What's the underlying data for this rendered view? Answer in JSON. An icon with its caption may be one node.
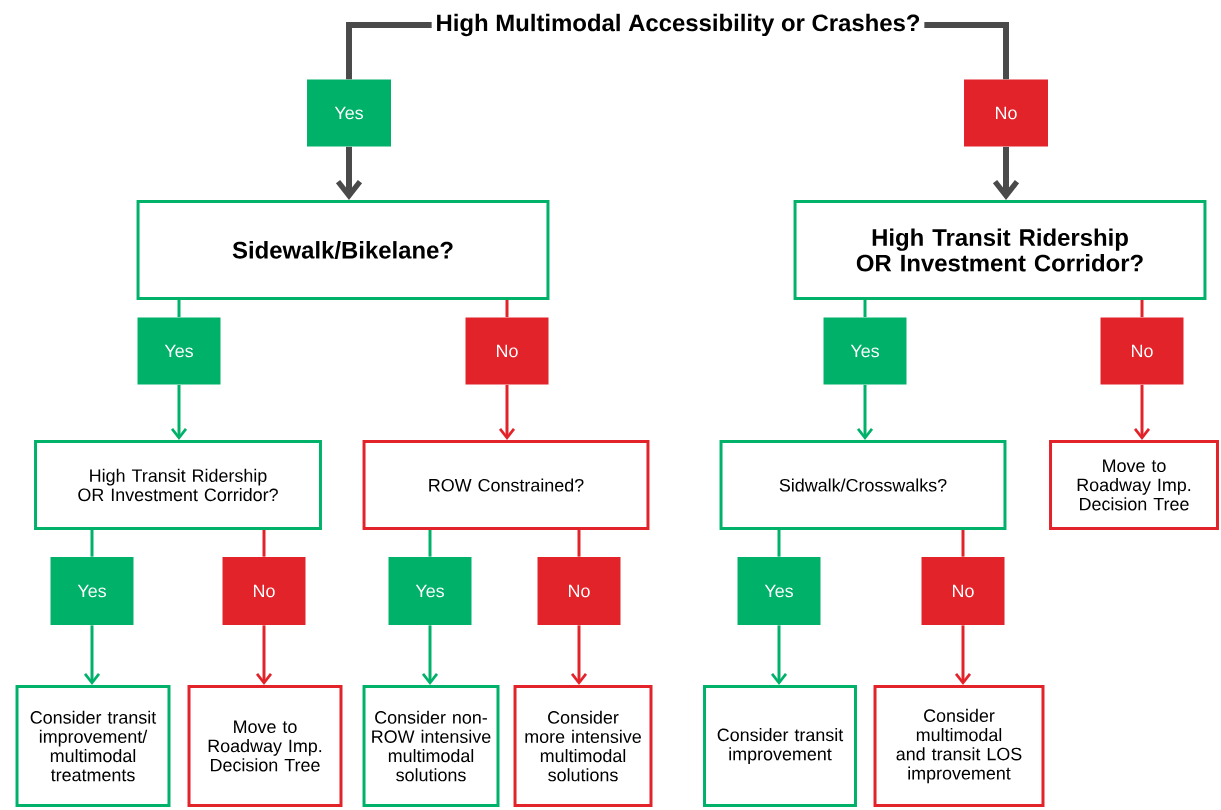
{
  "diagram": {
    "nodes": [
      {
        "text": [
          "High Multimodal Accessibility or Crashes?"
        ]
      },
      {
        "text": [
          "Yes"
        ]
      },
      {
        "text": [
          "No"
        ]
      },
      {
        "text": [
          "Sidewalk/Bikelane?"
        ]
      },
      {
        "text": [
          "High Transit Ridership OR Investment Corridor?"
        ]
      },
      {
        "text": [
          "Yes"
        ]
      },
      {
        "text": [
          "No"
        ]
      },
      {
        "text": [
          "Yes"
        ]
      },
      {
        "text": [
          "No"
        ]
      },
      {
        "text": [
          "High Transit Ridership OR Investment Corridor?"
        ]
      },
      {
        "text": [
          "ROW Constrained?"
        ]
      },
      {
        "text": [
          "Sidwalk/Crosswalks?"
        ]
      },
      {
        "text": [
          "Move to Roadway Imp. Decision Tree"
        ]
      },
      {
        "text": [
          "Yes"
        ]
      },
      {
        "text": [
          "No"
        ]
      },
      {
        "text": [
          "Yes"
        ]
      },
      {
        "text": [
          "No"
        ]
      },
      {
        "text": [
          "Yes"
        ]
      },
      {
        "text": [
          "No"
        ]
      },
      {
        "text": [
          "Consider transit improvement/ multimodal treatments"
        ]
      },
      {
        "text": [
          "Move to Roadway Imp. Decision Tree"
        ]
      },
      {
        "text": [
          "Consider non-ROW intensive multimodal solutions"
        ]
      },
      {
        "text": [
          "Consider more intensive multimodal solutions"
        ]
      },
      {
        "text": [
          "Consider transit improvement"
        ]
      },
      {
        "text": [
          "Consider multimodal and transit LOS improvement"
        ]
      }
    ],
    "edges": [
      {
        "from": 0,
        "to": 1,
        "arrow": "none",
        "style": "thick",
        "color": "#4a4a4a"
      },
      {
        "from": 1,
        "to": 3,
        "arrow": "to",
        "style": "thick",
        "color": "#4a4a4a"
      },
      {
        "from": 0,
        "to": 2,
        "arrow": "none",
        "style": "thick",
        "color": "#4a4a4a"
      },
      {
        "from": 2,
        "to": 4,
        "arrow": "to",
        "style": "thick",
        "color": "#4a4a4a"
      },
      {
        "from": 3,
        "to": 5,
        "arrow": "none",
        "color": "#00b16a"
      },
      {
        "from": 5,
        "to": 9,
        "arrow": "to",
        "color": "#00b16a"
      },
      {
        "from": 3,
        "to": 6,
        "arrow": "none",
        "color": "#e2232a"
      },
      {
        "from": 6,
        "to": 10,
        "arrow": "to",
        "color": "#e2232a"
      },
      {
        "from": 4,
        "to": 7,
        "arrow": "none",
        "color": "#00b16a"
      },
      {
        "from": 7,
        "to": 11,
        "arrow": "to",
        "color": "#00b16a"
      },
      {
        "from": 4,
        "to": 8,
        "arrow": "none",
        "color": "#e2232a"
      },
      {
        "from": 8,
        "to": 12,
        "arrow": "to",
        "color": "#e2232a"
      },
      {
        "from": 9,
        "to": 13,
        "arrow": "none",
        "color": "#00b16a"
      },
      {
        "from": 13,
        "to": 19,
        "arrow": "to",
        "color": "#00b16a"
      },
      {
        "from": 9,
        "to": 14,
        "arrow": "none",
        "color": "#e2232a"
      },
      {
        "from": 14,
        "to": 20,
        "arrow": "to",
        "color": "#e2232a"
      },
      {
        "from": 10,
        "to": 15,
        "arrow": "none",
        "color": "#00b16a"
      },
      {
        "from": 15,
        "to": 21,
        "arrow": "to",
        "color": "#00b16a"
      },
      {
        "from": 10,
        "to": 16,
        "arrow": "none",
        "color": "#e2232a"
      },
      {
        "from": 16,
        "to": 22,
        "arrow": "to",
        "color": "#e2232a"
      },
      {
        "from": 11,
        "to": 17,
        "arrow": "none",
        "color": "#00b16a"
      },
      {
        "from": 17,
        "to": 23,
        "arrow": "to",
        "color": "#00b16a"
      },
      {
        "from": 11,
        "to": 18,
        "arrow": "none",
        "color": "#e2232a"
      },
      {
        "from": 18,
        "to": 24,
        "arrow": "to",
        "color": "#e2232a"
      }
    ]
  }
}
